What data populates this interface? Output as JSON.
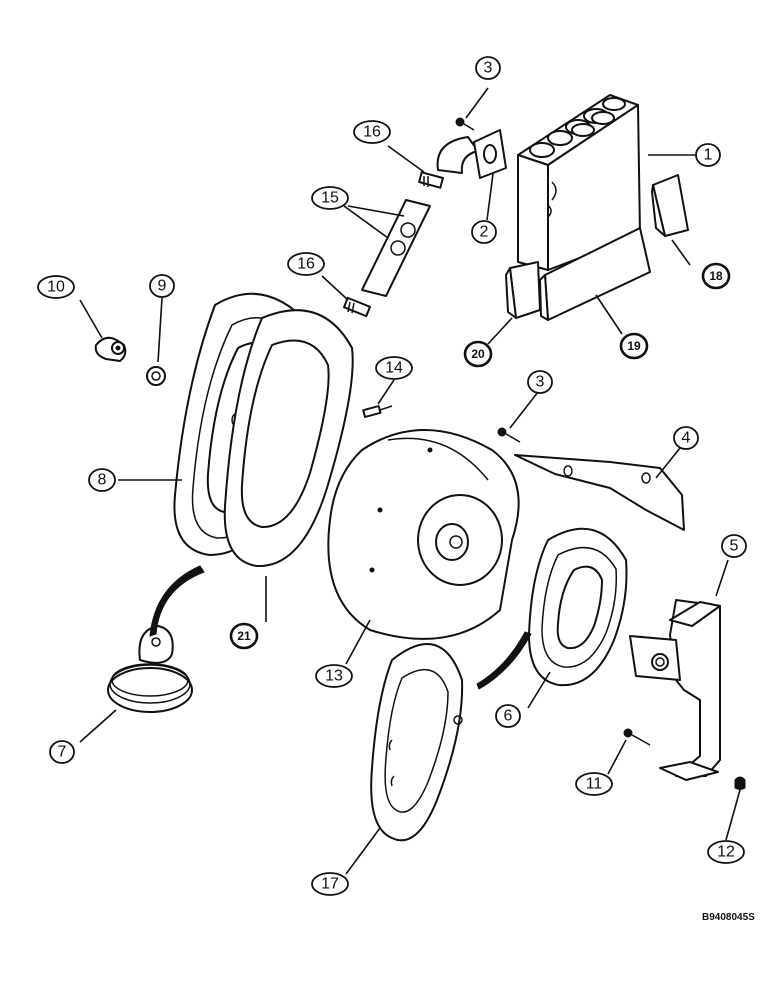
{
  "drawing_number": "B9408045S",
  "callouts": [
    "1",
    "2",
    "3",
    "3",
    "4",
    "5",
    "6",
    "7",
    "8",
    "9",
    "10",
    "11",
    "12",
    "13",
    "14",
    "15",
    "16",
    "16",
    "17",
    "18",
    "19",
    "20",
    "21"
  ]
}
